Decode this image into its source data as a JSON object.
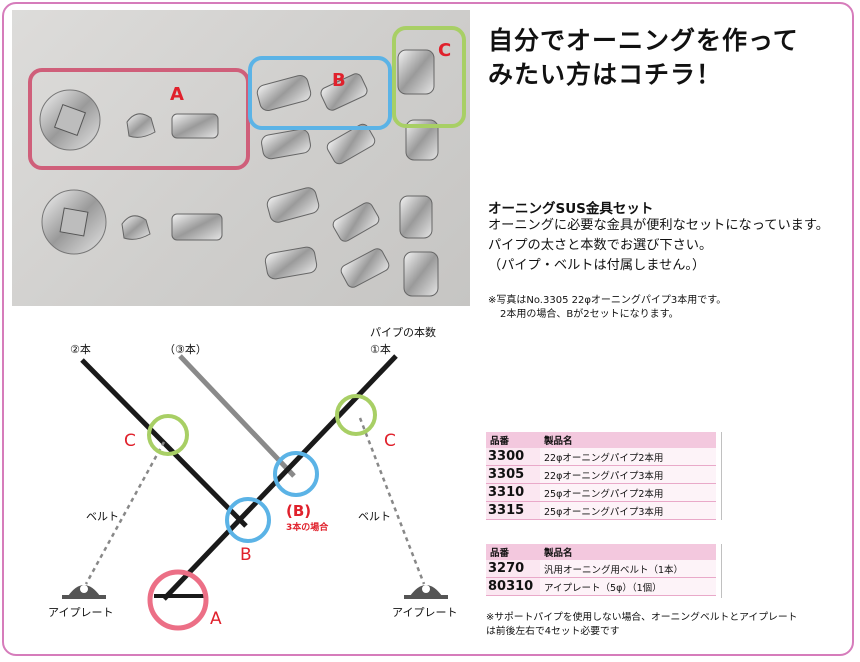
{
  "headline": {
    "line1": "自分でオーニングを作って",
    "line2": "みたい方はコチラ！"
  },
  "set": {
    "title": "オーニングSUS金具セット",
    "desc1": "オーニングに必要な金具が便利なセットになっています。",
    "desc2": "パイプの太さと本数でお選び下さい。",
    "desc3": "（パイプ・ベルトは付属しません。）"
  },
  "photo_note": {
    "line1": "※写真はNo.3305 22φオーニングパイプ3本用です。",
    "line2": "2本用の場合、Bが2セットになります。"
  },
  "photo_labels": {
    "a": "A",
    "b": "B",
    "c": "C"
  },
  "diagram": {
    "title": "パイプの本数",
    "p1": "①本",
    "p2": "②本",
    "p3": "（③本）",
    "c_left": "C",
    "c_right": "C",
    "b_label": "B",
    "b_paren": "(B)",
    "b_note": "3本の場合",
    "a_label": "A",
    "belt_left": "ベルト",
    "belt_right": "ベルト",
    "plate_left": "アイプレート",
    "plate_right": "アイプレート"
  },
  "table1": {
    "head_code": "品番",
    "head_name": "製品名",
    "rows": [
      {
        "code": "3300",
        "name": "22φオーニングパイプ2本用"
      },
      {
        "code": "3305",
        "name": "22φオーニングパイプ3本用"
      },
      {
        "code": "3310",
        "name": "25φオーニングパイプ2本用"
      },
      {
        "code": "3315",
        "name": "25φオーニングパイプ3本用"
      }
    ]
  },
  "table2": {
    "head_code": "品番",
    "head_name": "製品名",
    "rows": [
      {
        "code": "3270",
        "name": "汎用オーニング用ベルト（1本）"
      },
      {
        "code": "80310",
        "name": "アイプレート（5φ）（1個）"
      }
    ]
  },
  "bottom_note": {
    "line1": "※サポートパイプを使用しない場合、オーニングベルトとアイプレート",
    "line2": "は前後左右で4セット必要です"
  },
  "colors": {
    "frame": "#d67cbb",
    "a": "#cf5f7a",
    "b": "#5bb3e6",
    "c": "#a8cf65",
    "red_text": "#e0212c"
  }
}
